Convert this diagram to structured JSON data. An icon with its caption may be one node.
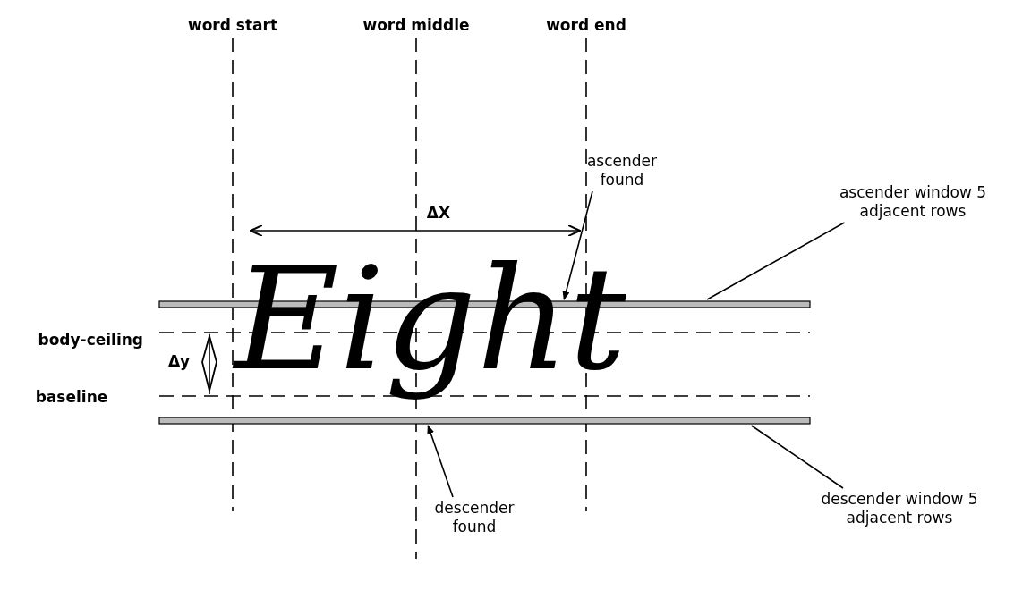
{
  "diagram": {
    "nodes": [
      {
        "text": [
          "ascender found"
        ]
      },
      {
        "text": [
          "ascender window 5 adjacent rows"
        ]
      },
      {
        "text": [],
        "shape": "bar"
      },
      {
        "text": [],
        "shape": "bar"
      },
      {
        "text": [
          "descender found"
        ]
      },
      {
        "text": [
          "descender window 5 adjacent rows"
        ]
      }
    ],
    "edges": [
      {
        "from": 0,
        "to": 2,
        "arrow": "to"
      },
      {
        "from": 1,
        "to": 2,
        "arrow": "none"
      },
      {
        "from": 4,
        "to": 3,
        "arrow": "to"
      },
      {
        "from": 5,
        "to": 3,
        "arrow": "none"
      }
    ],
    "labels": [
      "word start",
      "word middle",
      "word end",
      "ΔX",
      "body-ceiling",
      "Δy",
      "baseline",
      "Eight"
    ]
  }
}
